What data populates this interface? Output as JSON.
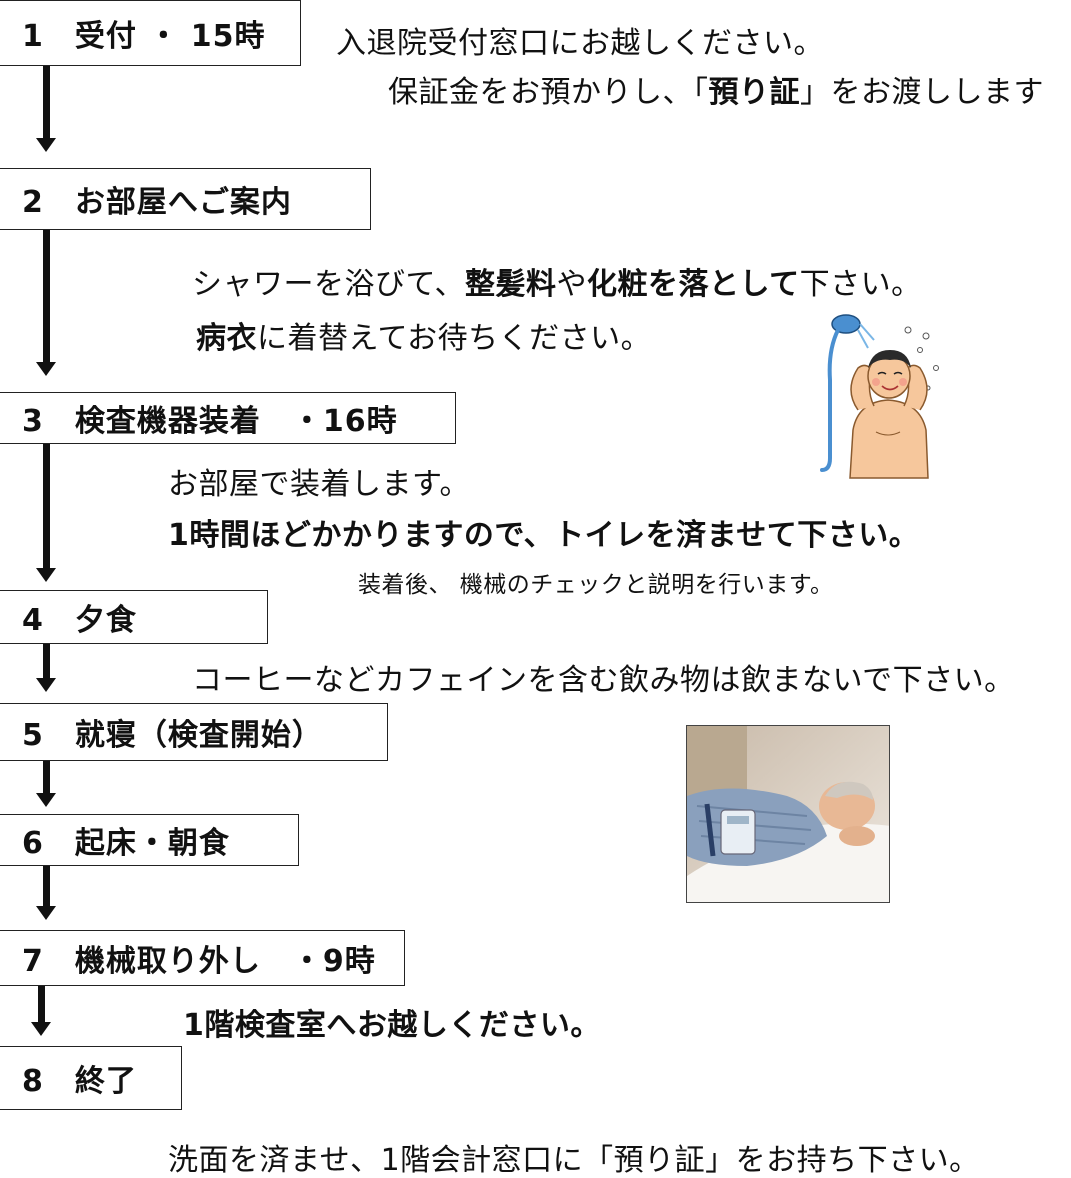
{
  "steps": [
    {
      "label": "1　受付 ・ 15時"
    },
    {
      "label": "2　お部屋へご案内"
    },
    {
      "label": "3　検査機器装着　・16時"
    },
    {
      "label": "4　夕食"
    },
    {
      "label": "5　就寝（検査開始）"
    },
    {
      "label": "6　起床・朝食"
    },
    {
      "label": "7　機械取り外し　・9時"
    },
    {
      "label": "8　終了"
    }
  ],
  "notes": {
    "reception_1": "入退院受付窓口にお越しください。",
    "reception_2a": "保証金をお預かりし、「",
    "reception_2b": "預り証",
    "reception_2c": "」をお渡しします",
    "shower_1a": "シャワーを浴びて、",
    "shower_1b": "整髪料",
    "shower_1c": "や",
    "shower_1d": "化粧を落として",
    "shower_1e": "下さい。",
    "shower_2a": "病衣",
    "shower_2b": "に着替えてお待ちください。",
    "device_1": "お部屋で装着します。",
    "device_2": "1時間ほどかかりますので、トイレを済ませて下さい。",
    "device_3": "装着後、 機械のチェックと説明を行います。",
    "dinner": "コーヒーなどカフェインを含む飲み物は飲まないで下さい。",
    "removal": "1階検査室へお越しください。",
    "end": "洗面を済ませ、1階会計窓口に「預り証」をお持ち下さい。"
  },
  "images": {
    "shower": "shower-illustration",
    "sleep": "sleeping-patient-photo"
  },
  "colors": {
    "text": "#111111",
    "border": "#222222",
    "skin": "#f6c79c",
    "hair": "#2a2a2a",
    "shower": "#4a8fd0"
  }
}
